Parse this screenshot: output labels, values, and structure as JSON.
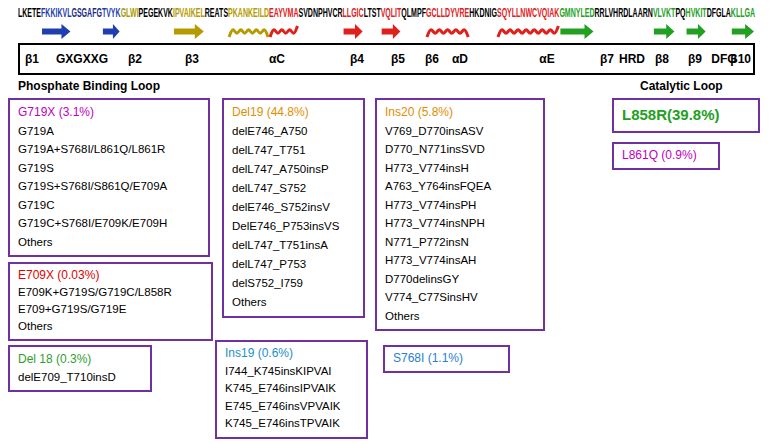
{
  "diagram": {
    "nodes": [
      {
        "text": [
          "β1",
          "GXGXXG",
          "β2",
          "β3",
          "αC",
          "β4",
          "β5",
          "β6",
          "αD",
          "αE",
          "β7",
          "HRD",
          "β8",
          "β9",
          "DFG",
          "β10"
        ]
      },
      {
        "text": [
          "G719X (3.1%)",
          "G719A",
          "G719A+S768I/L861Q/L861R",
          "G719S",
          "G719S+S768I/S861Q/E709A",
          "G719C",
          "G719C+S768I/E709K/E709H",
          "Others"
        ]
      },
      {
        "text": [
          "E709X (0.03%)",
          "E709K+G719S/G719C/L858R",
          "E709+G719S/G719E",
          "Others"
        ]
      },
      {
        "text": [
          "Del 18 (0.3%)",
          "delE709_T710insD"
        ]
      },
      {
        "text": [
          "Del19 (44.8%)",
          "delE746_A750",
          "delL747_T751",
          "delL747_A750insP",
          "delL747_S752",
          "delE746_S752insV",
          "DelE746_P753insVS",
          "delL747_T751insA",
          "delL747_P753",
          "delS752_I759",
          "Others"
        ]
      },
      {
        "text": [
          "Ins19 (0.6%)",
          "I744_K745insKIPVAI",
          "K745_E746insIPVAIK",
          "E745_E746insVPVAIK",
          "K745_E746insTPVAIK"
        ]
      },
      {
        "text": [
          "Ins20 (5.8%)",
          "V769_D770insASV",
          "D770_N771insSVD",
          "H773_V774insH",
          "A763_Y764insFQEA",
          "H773_V774insPH",
          "H773_V774insNPH",
          "N771_P772insN",
          "H773_V774insAH",
          "D770delinsGY",
          "V774_C77SinsHV",
          "Others"
        ]
      },
      {
        "text": [
          "S768I (1.1%)"
        ]
      },
      {
        "text": [
          "L858R(39.8%)"
        ]
      },
      {
        "text": [
          "L861Q (0.9%)"
        ]
      }
    ],
    "edges": [],
    "labels": [
      "LKETE",
      "FKKIKVL",
      "GSGAFG",
      "TVYK",
      "GLWI",
      "PEGEKVK",
      "IPVAIKEL",
      "REATS",
      "PKANKEILD",
      "EAYVMA",
      "SVDNPHVCR",
      "LLGIC",
      "LTST",
      "VQLIT",
      "QLMPF",
      "GCLLDYVRE",
      "HKDNIG",
      "SQYLLNWCVQIAK",
      "GMNYLED",
      "RRLVHRDLAARN",
      "VLVKT",
      "PQ",
      "HVKIT",
      "DFGLA",
      "KLLGA",
      "Phosphate Binding Loop",
      "Catalytic Loop"
    ]
  }
}
